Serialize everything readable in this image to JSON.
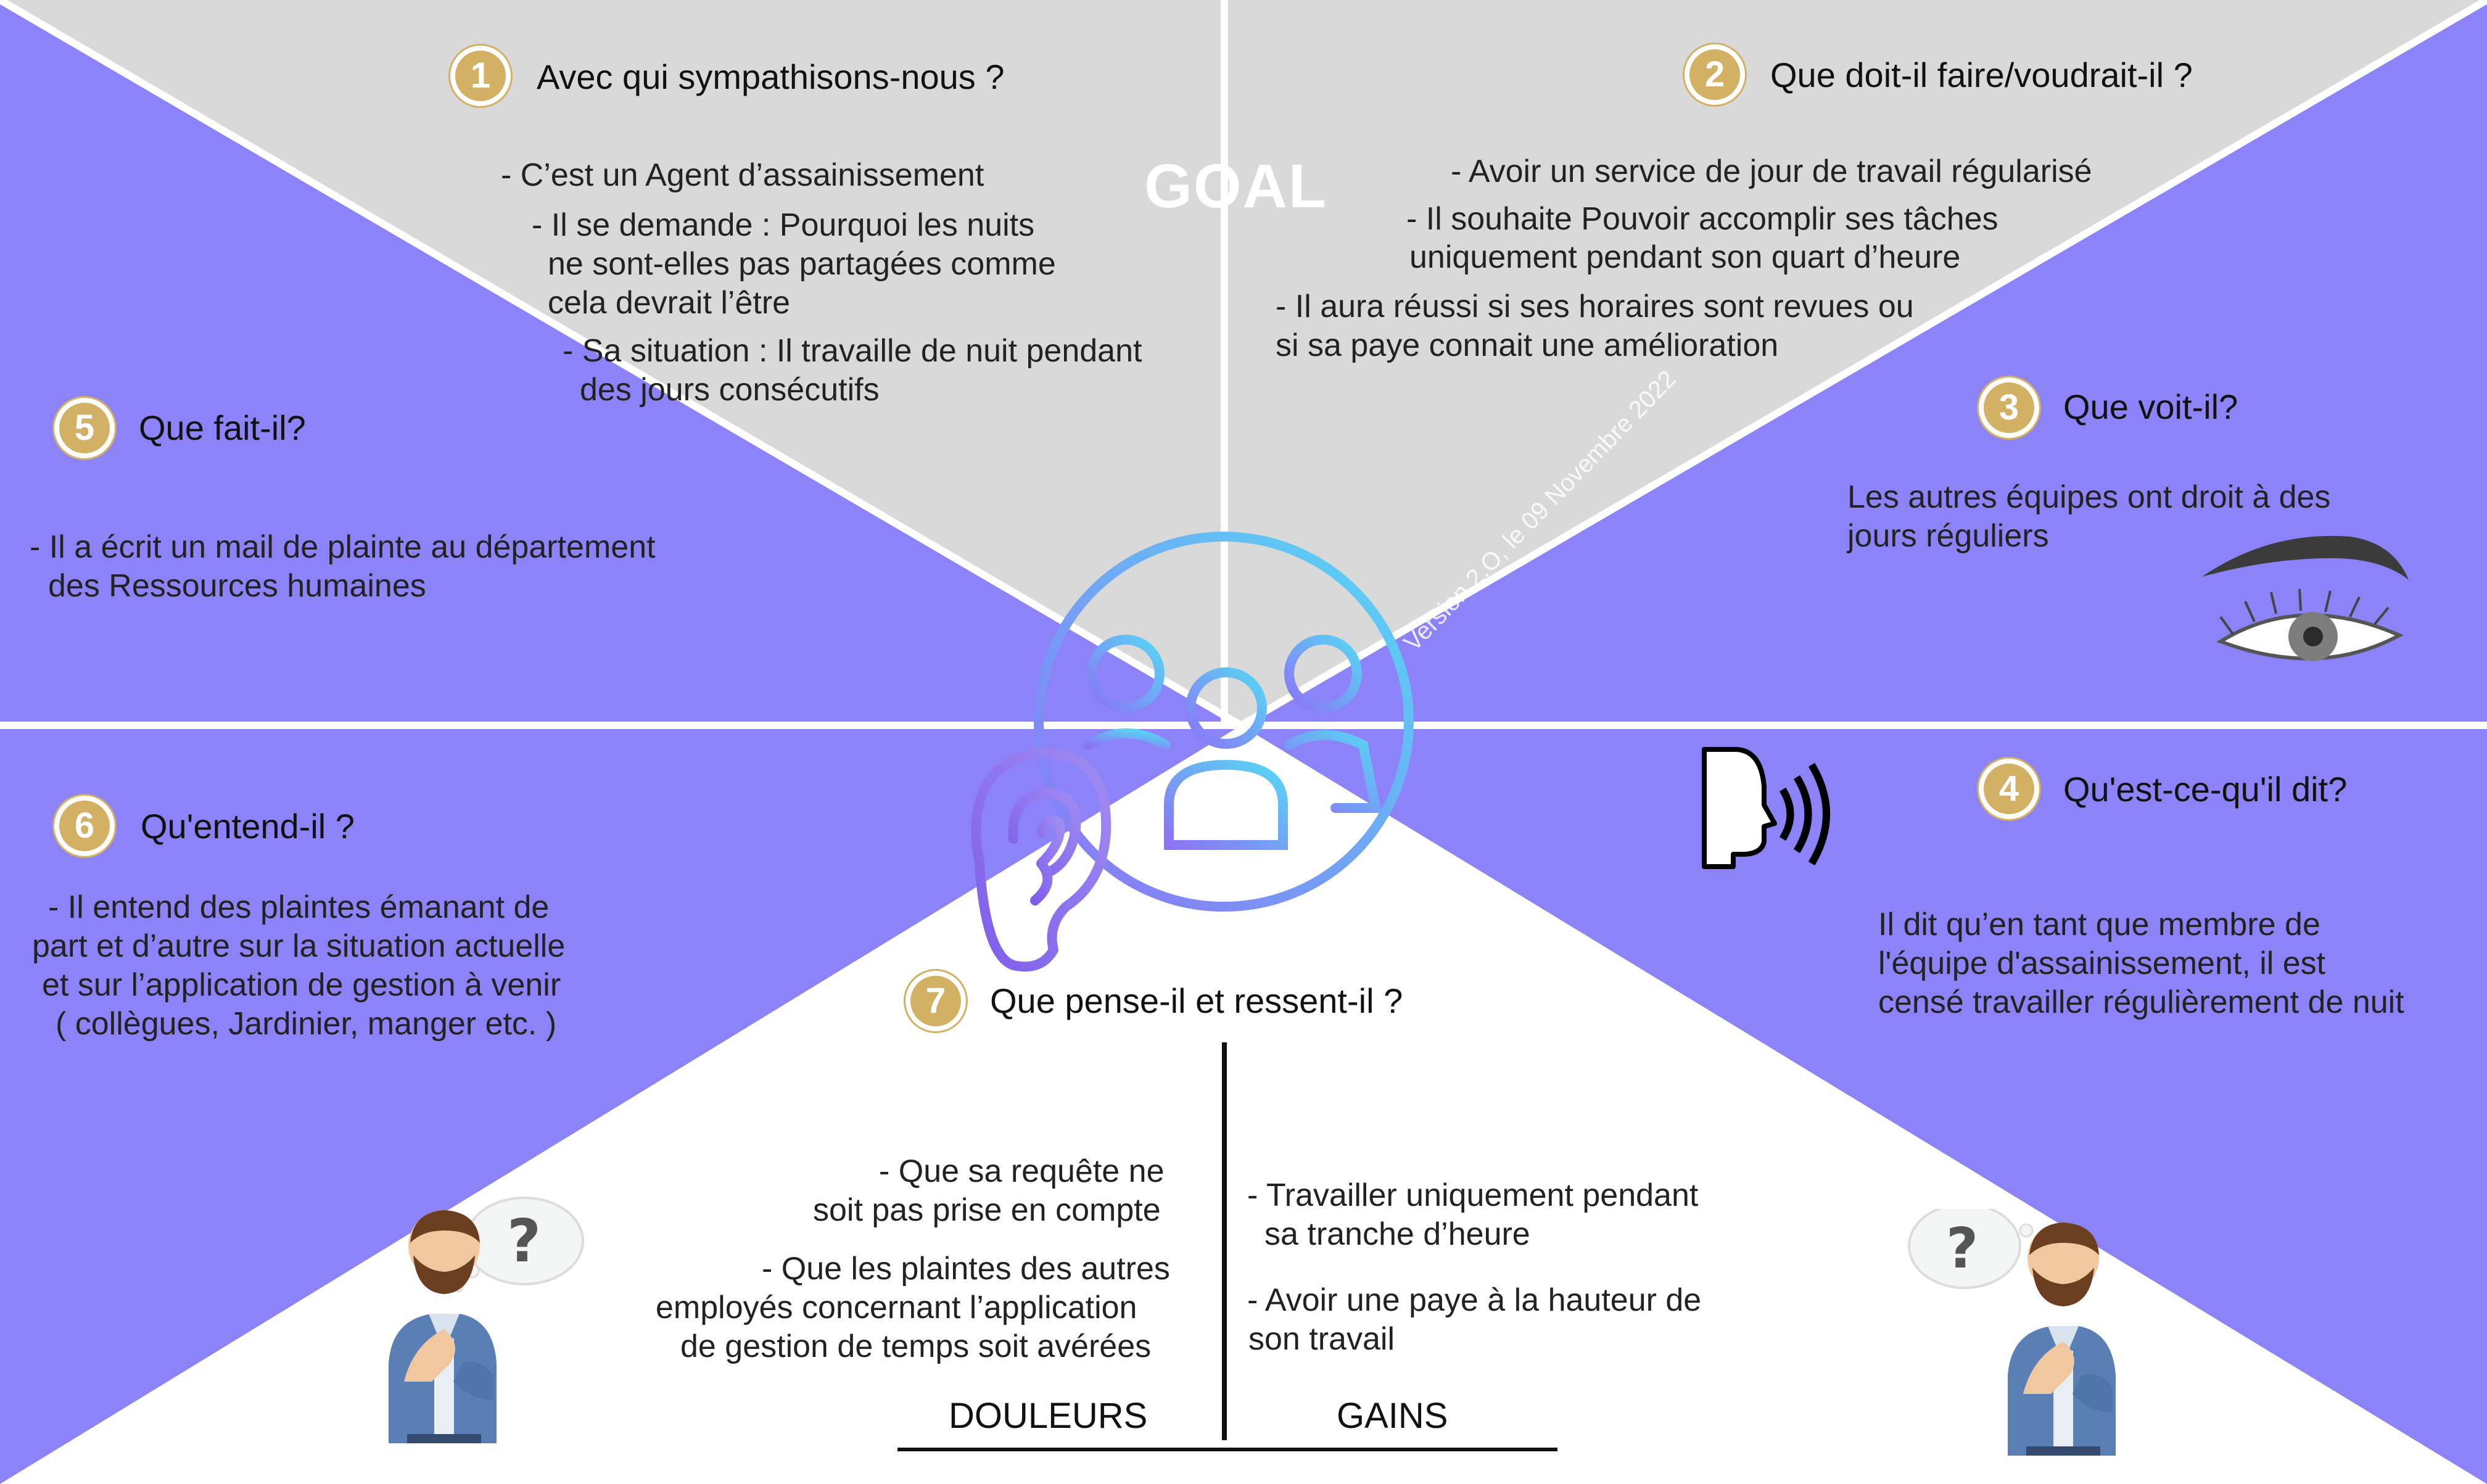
{
  "colors": {
    "purple": "#8c83f9",
    "grey": "#d9d9d9",
    "gold": "#d2b064",
    "white": "#ffffff"
  },
  "goal": "GOAL",
  "version": "Version 2.O, le 09 Novembre 2022",
  "sections": {
    "s1": {
      "num": "1",
      "title": "Avec qui sympathisons-nous ?",
      "lines": [
        "- C’est un Agent d’assainissement",
        "- Il se demande : Pourquoi les nuits",
        "ne sont-elles pas partagées comme",
        "cela devrait l’être",
        "- Sa situation : Il travaille de nuit pendant",
        "des jours consécutifs"
      ]
    },
    "s2": {
      "num": "2",
      "title": "Que doit-il faire/voudrait-il ?",
      "lines": [
        "- Avoir un service de jour de travail régularisé",
        "- Il souhaite Pouvoir accomplir ses tâches",
        "uniquement pendant son quart d’heure",
        "- Il aura réussi si ses horaires sont revues ou",
        "si sa paye connait une amélioration"
      ]
    },
    "s3": {
      "num": "3",
      "title": "Que voit-il?",
      "lines": [
        "Les autres équipes ont droit à des",
        "jours réguliers"
      ]
    },
    "s4": {
      "num": "4",
      "title": "Qu'est-ce-qu'il dit?",
      "lines": [
        "Il dit qu’en tant que membre de",
        "l'équipe d'assainissement, il est",
        "censé travailler régulièrement de nuit"
      ]
    },
    "s5": {
      "num": "5",
      "title": "Que fait-il?",
      "lines": [
        "- Il a écrit un mail de plainte au département",
        "des Ressources humaines"
      ]
    },
    "s6": {
      "num": "6",
      "title": "Qu'entend-il ?",
      "lines": [
        "- Il entend des plaintes émanant de",
        "part et d’autre sur la situation actuelle",
        "et sur l’application de gestion à venir",
        "( collègues, Jardinier, manger etc. )"
      ]
    },
    "s7": {
      "num": "7",
      "title": "Que pense-il et ressent-il ?",
      "pains": [
        "- Que sa requête ne",
        "soit pas prise en compte",
        "- Que les plaintes des autres",
        "employés concernant l’application",
        "de gestion de temps soit avérées"
      ],
      "gains": [
        "- Travailler uniquement pendant",
        "sa tranche d’heure",
        "- Avoir une paye à la hauteur de",
        "son travail"
      ],
      "pains_label": "DOULEURS",
      "gains_label": "GAINS"
    }
  },
  "icons": [
    "target-people-icon",
    "ear-icon",
    "eye-icon",
    "speaking-head-icon",
    "thinking-man-left",
    "thinking-man-right",
    "question-bubble-icon"
  ]
}
